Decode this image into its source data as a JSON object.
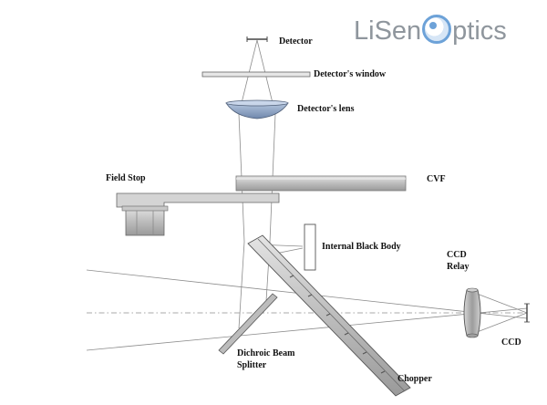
{
  "brand": {
    "part1": "LiSen",
    "part2": "ptics",
    "text_color": "#8f969d",
    "accent_color": "#6da2d8"
  },
  "labels": {
    "detector": "Detector",
    "detectors_window": "Detector's window",
    "detectors_lens": "Detector's lens",
    "field_stop": "Field Stop",
    "cvf": "CVF",
    "internal_black_body": "Internal Black Body",
    "ccd_relay_line1": "CCD",
    "ccd_relay_line2": "Relay",
    "ccd": "CCD",
    "dichroic_line1": "Dichroic Beam",
    "dichroic_line2": "Splitter",
    "chopper": "Chopper"
  },
  "colors": {
    "component_fill": "#c9c9c9",
    "component_dark": "#8a8a8a",
    "ray": "#8c8c8c",
    "lens_blue": "#8fa9cc"
  }
}
